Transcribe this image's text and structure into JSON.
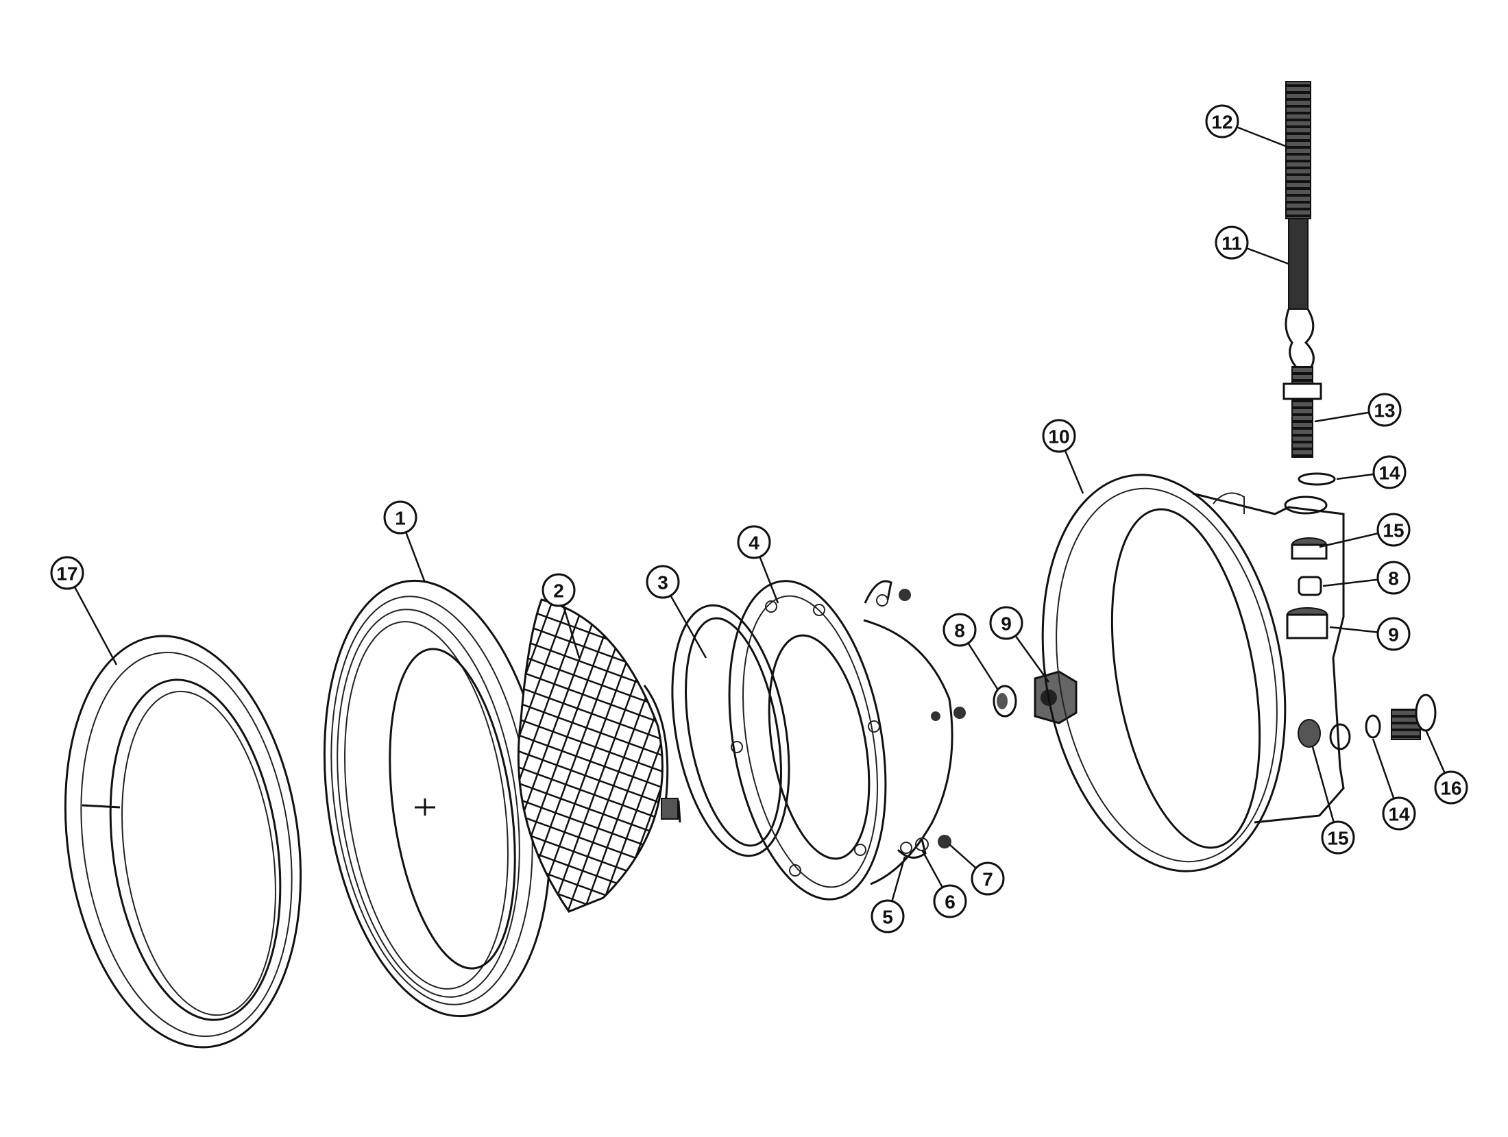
{
  "diagram": {
    "type": "exploded parts view",
    "callouts": [
      "17",
      "1",
      "2",
      "3",
      "4",
      "5",
      "6",
      "7",
      "8",
      "9",
      "10",
      "11",
      "12",
      "13",
      "14",
      "15",
      "8",
      "9",
      "14",
      "15",
      "16"
    ]
  }
}
